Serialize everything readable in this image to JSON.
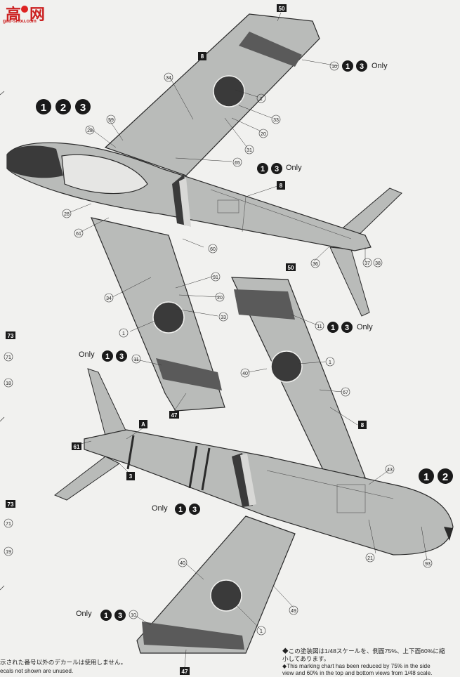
{
  "logo": {
    "brand_left": "高",
    "brand_right": "网",
    "url": "gao-shou.com"
  },
  "colors": {
    "aircraft_gray": "#b9bbb9",
    "outline": "#2a2a2a",
    "stripe": "#4a4a4a",
    "hinomaru": "#3a3a3a",
    "background": "#f1f1ef"
  },
  "markings": {
    "only_13": "Only",
    "only_label_left": "Only",
    "set_123": "123",
    "set_13": "13",
    "set_12": "12",
    "digit_1": "1",
    "digit_2": "2",
    "digit_3": "3"
  },
  "callouts": {
    "c50": "50",
    "c8": "8",
    "c10": "10",
    "c1": "1",
    "c34": "34",
    "c33": "33",
    "c20": "20",
    "c31": "31",
    "c59": "59",
    "c28": "28",
    "c65": "65",
    "c61": "61",
    "c60": "60",
    "c36": "36",
    "c37": "37",
    "c38": "38",
    "c11": "11",
    "c40": "40",
    "c67": "67",
    "c47": "47",
    "cA": "A",
    "c3": "3",
    "c43": "43",
    "c21": "21",
    "c93": "93",
    "c49": "49",
    "c73": "73",
    "c71": "71",
    "c18": "18",
    "c19": "19"
  },
  "notes": {
    "ja_line1": "◆この塗装図は1/48スケールを、側面75%、上下面60%に縮",
    "ja_line2": "小してあります。",
    "en_line1": "◆This marking chart has been reduced by 75% in the side",
    "en_line2": "view and 60% in the top and bottom views from 1/48 scale.",
    "left_ja": "示された番号以外のデカールは使用しません。",
    "left_en": "ecals not shown are unused."
  }
}
